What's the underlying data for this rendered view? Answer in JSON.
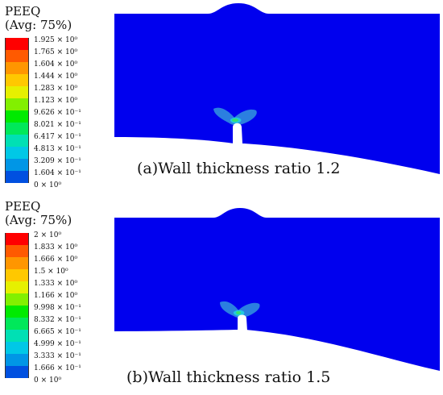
{
  "figures": [
    {
      "legend_title_line1": "PEEQ",
      "legend_title_line2": "(Avg: 75%)",
      "legend_labels": [
        "1.925 × 10⁰",
        "1.765 × 10⁰",
        "1.604 × 10⁰",
        "1.444 × 10⁰",
        "1.283 × 10⁰",
        "1.123 × 10⁰",
        "9.626 × 10⁻¹",
        "8.021 × 10⁻¹",
        "6.417 × 10⁻¹",
        "4.813 × 10⁻¹",
        "3.209 × 10⁻¹",
        "1.604 × 10⁻¹",
        "0 × 10⁰"
      ],
      "caption": "(a)Wall thickness ratio 1.2"
    },
    {
      "legend_title_line1": "PEEQ",
      "legend_title_line2": "(Avg: 75%)",
      "legend_labels": [
        "2 × 10⁰",
        "1.833 × 10⁰",
        "1.666 × 10⁰",
        "1.5 × 10⁰",
        "1.333 × 10⁰",
        "1.166 × 10⁰",
        "9.998 × 10⁻¹",
        "8.332 × 10⁻¹",
        "6.665 × 10⁻¹",
        "4.999 × 10⁻¹",
        "3.333 × 10⁻¹",
        "1.666 × 10⁻¹",
        "0 × 10⁰"
      ],
      "caption": "(b)Wall thickness ratio 1.5"
    }
  ],
  "colors": {
    "legend_bands": [
      "#ff0000",
      "#ff5a00",
      "#ff9600",
      "#ffc800",
      "#e6f000",
      "#82f000",
      "#00ea00",
      "#00e85a",
      "#00e0b4",
      "#00c8e6",
      "#0096e6",
      "#0050e0",
      "#0000e0"
    ],
    "body_fill": "#0000ee",
    "hot_light": "#2b7fe0",
    "hot_cyan": "#22c8e0",
    "hot_green": "#38e070"
  }
}
